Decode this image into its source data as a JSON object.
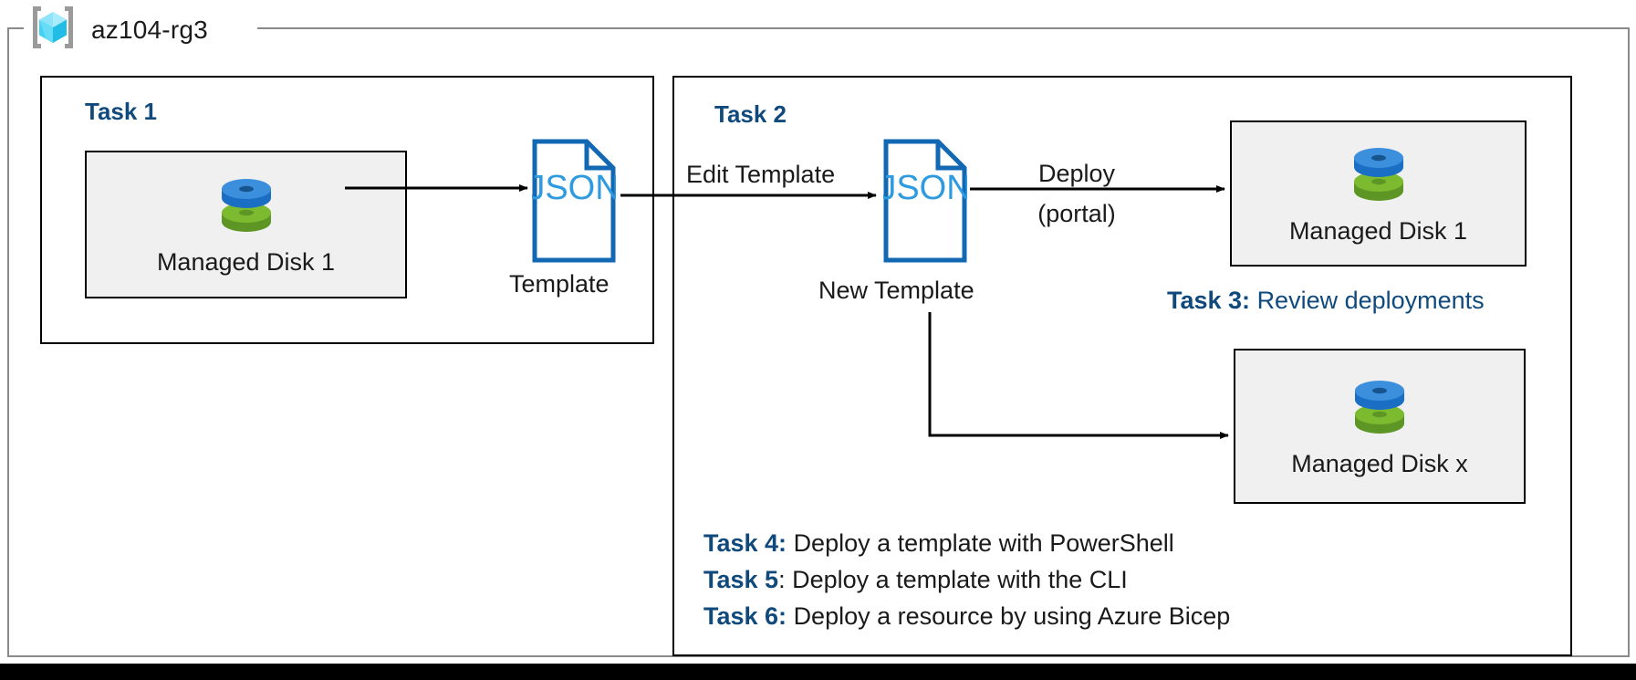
{
  "resource_group": {
    "name": "az104-rg3",
    "icon": "azure-resource-group-icon"
  },
  "colors": {
    "task_heading": "#104A7D",
    "json_outline": "#1268B3",
    "json_text": "#2E9BE0",
    "disk_blue": "#3C8FDC",
    "disk_green": "#70AD2E",
    "box_fill": "#F0F0F0",
    "frame_border": "#8A8A8A",
    "box_border": "#000000"
  },
  "task1": {
    "label": "Task 1",
    "disk": {
      "caption": "Managed Disk 1",
      "icon": "managed-disk-icon"
    },
    "template": {
      "doc_text": "JSON",
      "caption": "Template",
      "icon": "json-document-icon"
    }
  },
  "task2": {
    "label": "Task 2",
    "edit_arrow_label": "Edit Template",
    "new_template": {
      "doc_text": "JSON",
      "caption": "New Template",
      "icon": "json-document-icon"
    },
    "deploy_arrow_label_line1": "Deploy",
    "deploy_arrow_label_line2": "(portal)",
    "disk_top": {
      "caption": "Managed Disk 1",
      "icon": "managed-disk-icon"
    },
    "disk_bottom": {
      "caption": "Managed Disk x",
      "icon": "managed-disk-icon"
    }
  },
  "task3": {
    "key": "Task 3:",
    "text": "Review deployments"
  },
  "notes": [
    {
      "key": "Task 4:",
      "text": "Deploy a template with PowerShell"
    },
    {
      "key": "Task 5",
      "text": ": Deploy a template with the CLI"
    },
    {
      "key": "Task 6:",
      "text": "Deploy a resource by using Azure Bicep"
    }
  ]
}
